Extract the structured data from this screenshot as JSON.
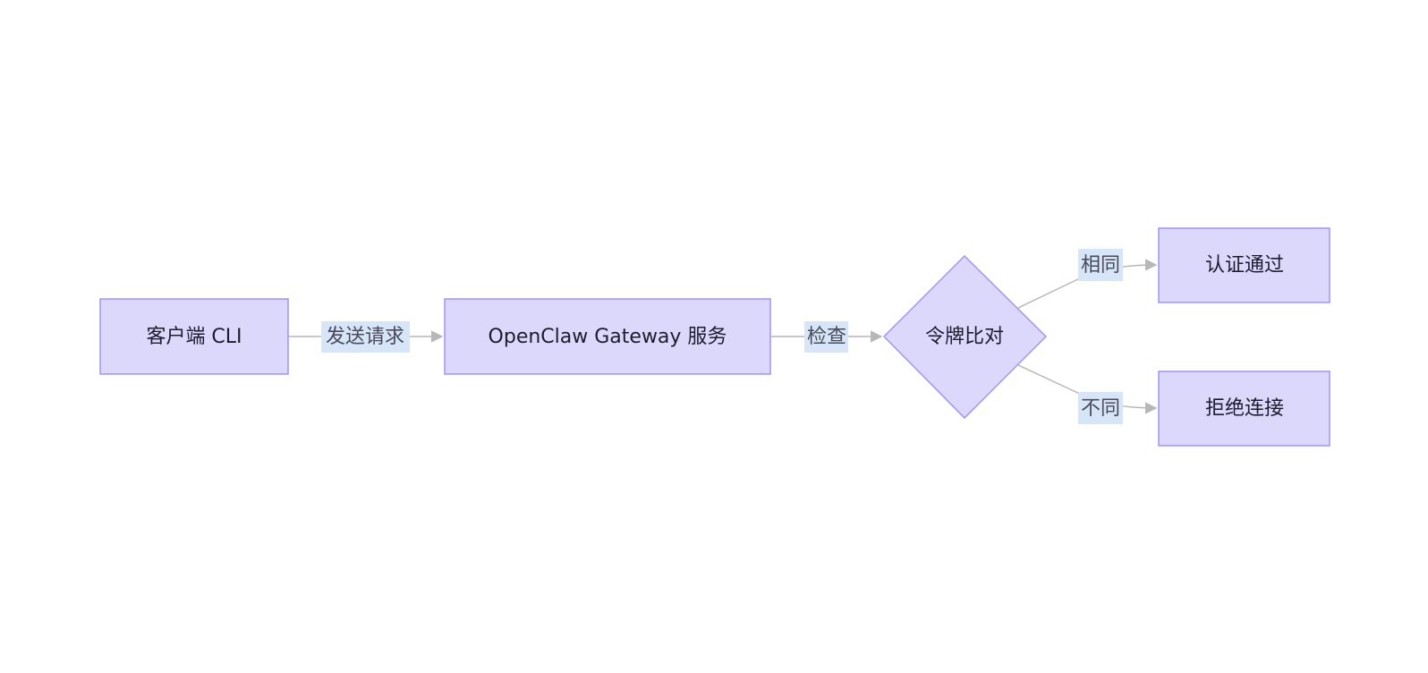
{
  "nodes": {
    "client": {
      "label": "客户端 CLI"
    },
    "gateway": {
      "label": "OpenClaw Gateway 服务"
    },
    "token_compare": {
      "label": "令牌比对"
    },
    "auth_pass": {
      "label": "认证通过"
    },
    "reject": {
      "label": "拒绝连接"
    }
  },
  "edges": {
    "send_request": {
      "label": "发送请求"
    },
    "check": {
      "label": "检查"
    },
    "same": {
      "label": "相同"
    },
    "different": {
      "label": "不同"
    }
  },
  "colors": {
    "node_fill": "#dcd8fc",
    "node_stroke": "#9f95f2",
    "edge": "#b7b7bb",
    "edge_label_bg": "#d6e6f8"
  }
}
